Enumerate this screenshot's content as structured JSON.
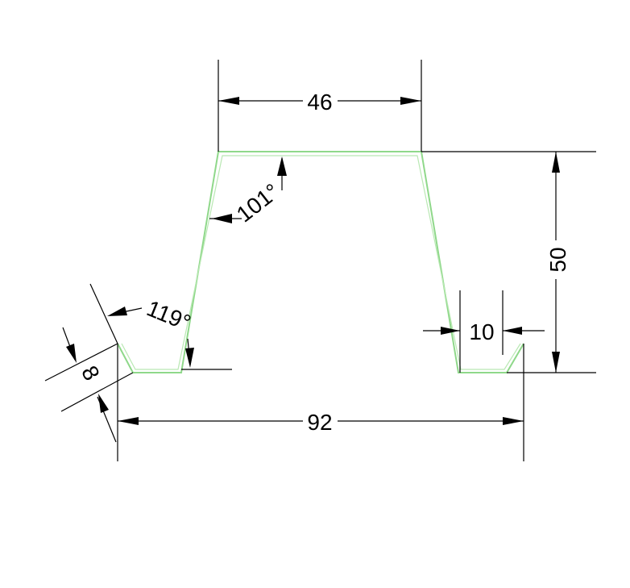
{
  "drawing": {
    "background_color": "#ffffff",
    "profile_color": "#8fd88a",
    "line_color": "#000000"
  },
  "dimensions": {
    "top_width": "46",
    "height": "50",
    "total_width": "92",
    "lip_width": "10",
    "lip_height": "8",
    "upper_angle": "101°",
    "lower_angle": "119°"
  }
}
